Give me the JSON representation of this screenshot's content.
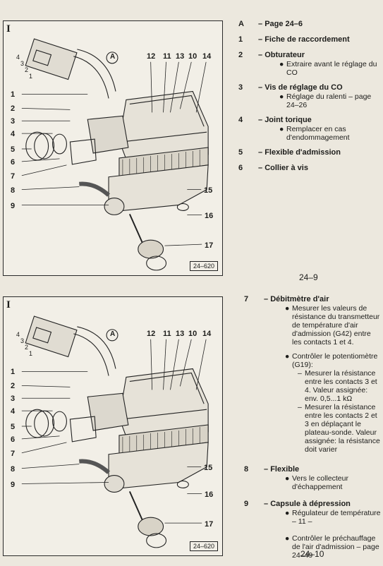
{
  "top": {
    "roman": "I",
    "ref": "24–620",
    "page": "24–9",
    "legend": [
      {
        "num": "A",
        "title": "Page 24–6",
        "subs": []
      },
      {
        "num": "1",
        "title": "Fiche de raccordement",
        "subs": []
      },
      {
        "num": "2",
        "title": "Obturateur",
        "subs": [
          "Extraire avant le réglage du CO"
        ]
      },
      {
        "num": "3",
        "title": "Vis de réglage du CO",
        "subs": [
          "Réglage du ralenti – page 24–26"
        ]
      },
      {
        "num": "4",
        "title": "Joint torique",
        "subs": [
          "Remplacer en cas d'endommagement"
        ]
      },
      {
        "num": "5",
        "title": "Flexible d'admission",
        "subs": []
      },
      {
        "num": "6",
        "title": "Collier à vis",
        "subs": []
      }
    ]
  },
  "bottom": {
    "roman": "I",
    "ref": "24–620",
    "page": "24–10",
    "item7": {
      "num": "7",
      "title": "Débitmètre d'air",
      "b1": "Mesurer les valeurs de résistance du transmetteur de température d'air d'admission (G42) entre les contacts 1 et 4.",
      "b2": "Contrôler le potentiomètre (G19):",
      "d1": "Mesurer la résistance entre les contacts 3 et 4. Valeur assignée: env. 0,5...1 kΩ",
      "d2": "Mesurer la résistance entre les contacts 2 et 3 en déplaçant le plateau-sonde. Valeur assignée: la résistance doit varier"
    },
    "item8": {
      "num": "8",
      "title": "Flexible",
      "b1": "Vers le collecteur d'échappement"
    },
    "item9": {
      "num": "9",
      "title": "Capsule à dépression",
      "b1": "Régulateur de température – 11 –",
      "b2": "Contrôler le préchauffage de l'air d'admission – page 24–49"
    }
  },
  "callouts": {
    "left": [
      "1",
      "2",
      "3",
      "4",
      "5",
      "6",
      "7",
      "8",
      "9"
    ],
    "top": [
      "12",
      "11",
      "13",
      "10",
      "14"
    ],
    "right": [
      "15",
      "16",
      "17"
    ],
    "connector": [
      "4",
      "3",
      "2",
      "1"
    ],
    "circle": "A"
  },
  "bullet_glyph": "●",
  "dash_glyph": "–",
  "sep_glyph": "–"
}
